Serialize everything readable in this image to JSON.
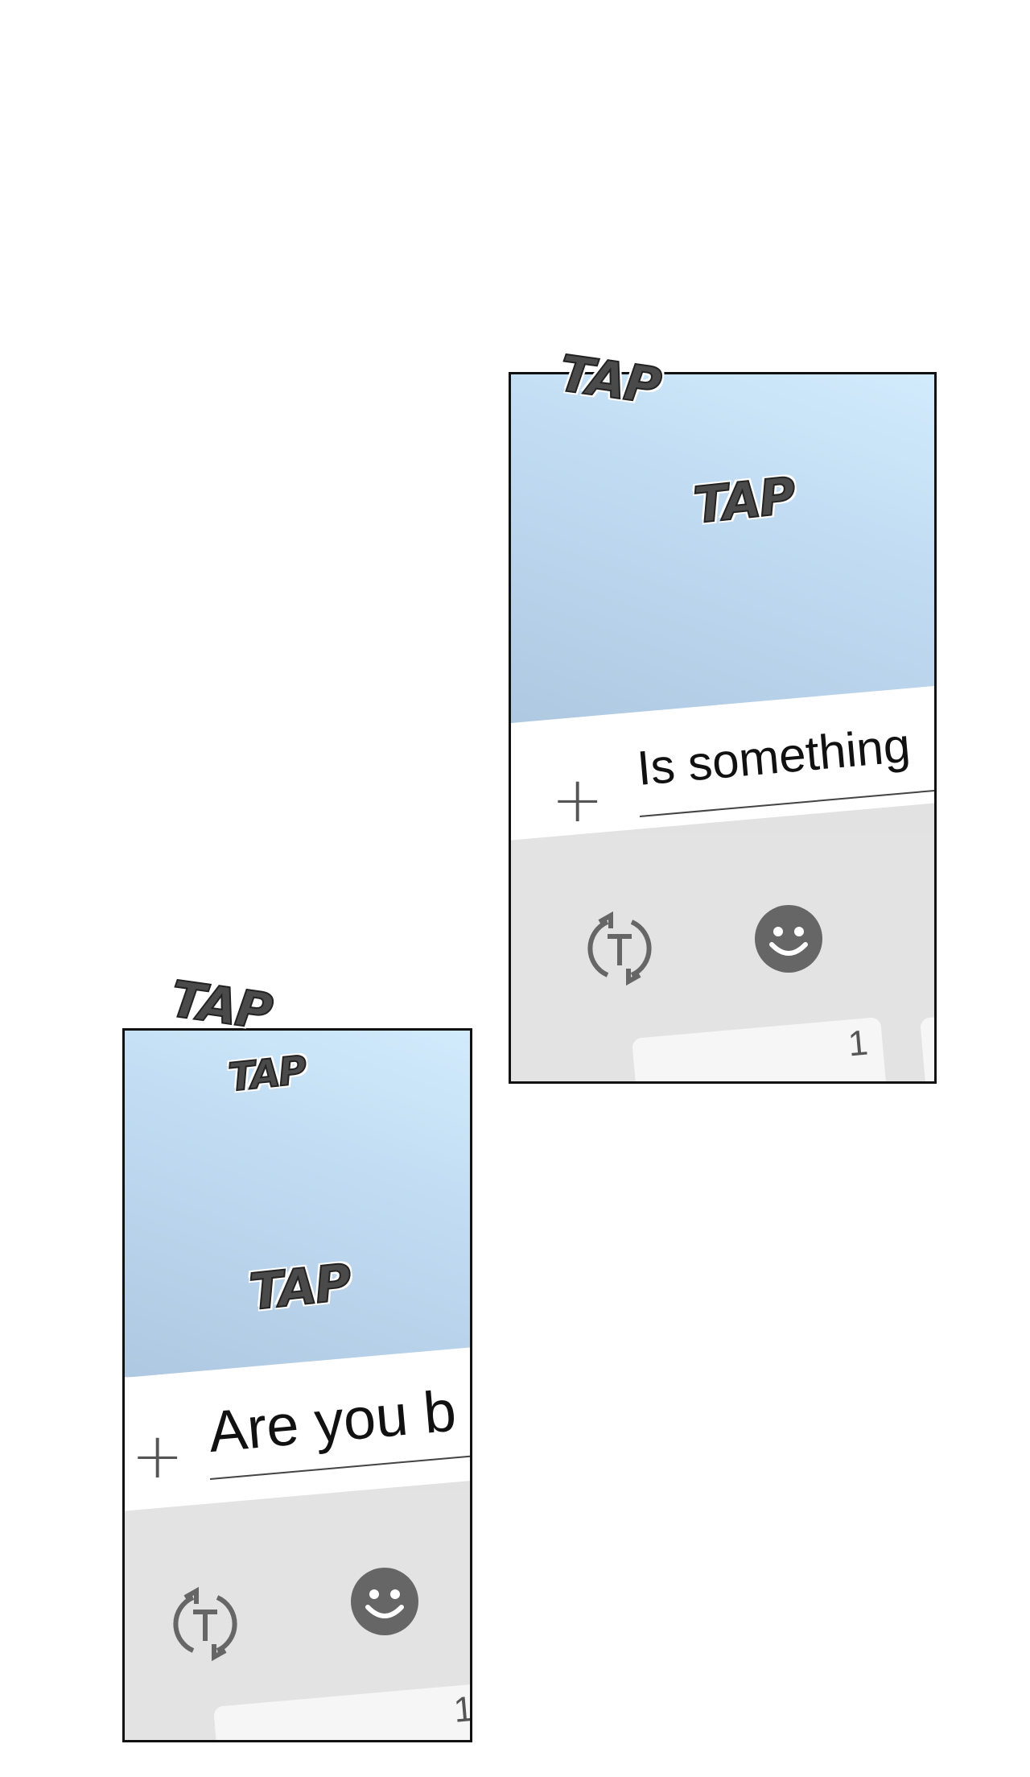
{
  "panels": [
    {
      "message": "Is something",
      "key_number": "1",
      "sfx": [
        "TAP",
        "TAP"
      ]
    },
    {
      "message": "Are you b",
      "key_number": "1",
      "sfx": [
        "TAP",
        "TAP",
        "TAP"
      ]
    }
  ],
  "icons": [
    "plus-icon",
    "translate-icon",
    "emoji-icon"
  ],
  "colors": {
    "sky_light": "#d6efff",
    "sky_dark": "#adc7e0",
    "keyboard": "#e3e3e3",
    "icon_gray": "#666666"
  }
}
